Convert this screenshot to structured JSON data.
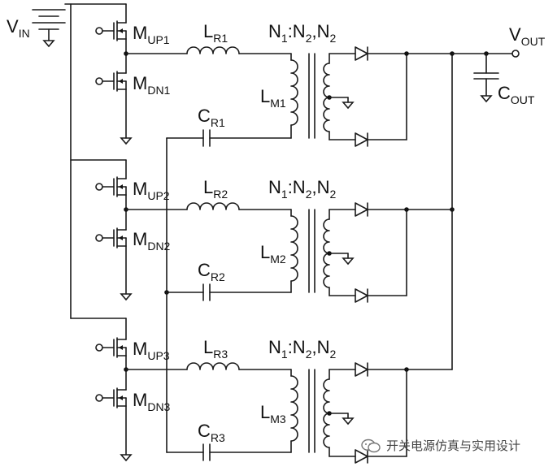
{
  "source": {
    "main": "V",
    "sub": "IN"
  },
  "output": {
    "voltage": {
      "main": "V",
      "sub": "OUT"
    },
    "capacitor": {
      "main": "C",
      "sub": "OUT"
    }
  },
  "phases": [
    {
      "upper_switch": {
        "main": "M",
        "sub": "UP1"
      },
      "lower_switch": {
        "main": "M",
        "sub": "DN1"
      },
      "resonant_inductor": {
        "main": "L",
        "sub": "R1"
      },
      "resonant_capacitor": {
        "main": "C",
        "sub": "R1"
      },
      "magnetizing_inductor": {
        "main": "L",
        "sub": "M1"
      },
      "turns_ratio": {
        "p1": "N",
        "s1": "1",
        "p2": ":N",
        "s2": "2",
        "p3": ",N",
        "s3": "2"
      }
    },
    {
      "upper_switch": {
        "main": "M",
        "sub": "UP2"
      },
      "lower_switch": {
        "main": "M",
        "sub": "DN2"
      },
      "resonant_inductor": {
        "main": "L",
        "sub": "R2"
      },
      "resonant_capacitor": {
        "main": "C",
        "sub": "R2"
      },
      "magnetizing_inductor": {
        "main": "L",
        "sub": "M2"
      },
      "turns_ratio": {
        "p1": "N",
        "s1": "1",
        "p2": ":N",
        "s2": "2",
        "p3": ",N",
        "s3": "2"
      }
    },
    {
      "upper_switch": {
        "main": "M",
        "sub": "UP3"
      },
      "lower_switch": {
        "main": "M",
        "sub": "DN3"
      },
      "resonant_inductor": {
        "main": "L",
        "sub": "R3"
      },
      "resonant_capacitor": {
        "main": "C",
        "sub": "R3"
      },
      "magnetizing_inductor": {
        "main": "L",
        "sub": "M3"
      },
      "turns_ratio": {
        "p1": "N",
        "s1": "1",
        "p2": ":N",
        "s2": "2",
        "p3": ",N",
        "s3": "2"
      }
    }
  ],
  "watermark": {
    "text": "开关电源仿真与实用设计",
    "icon": "wechat-icon"
  }
}
